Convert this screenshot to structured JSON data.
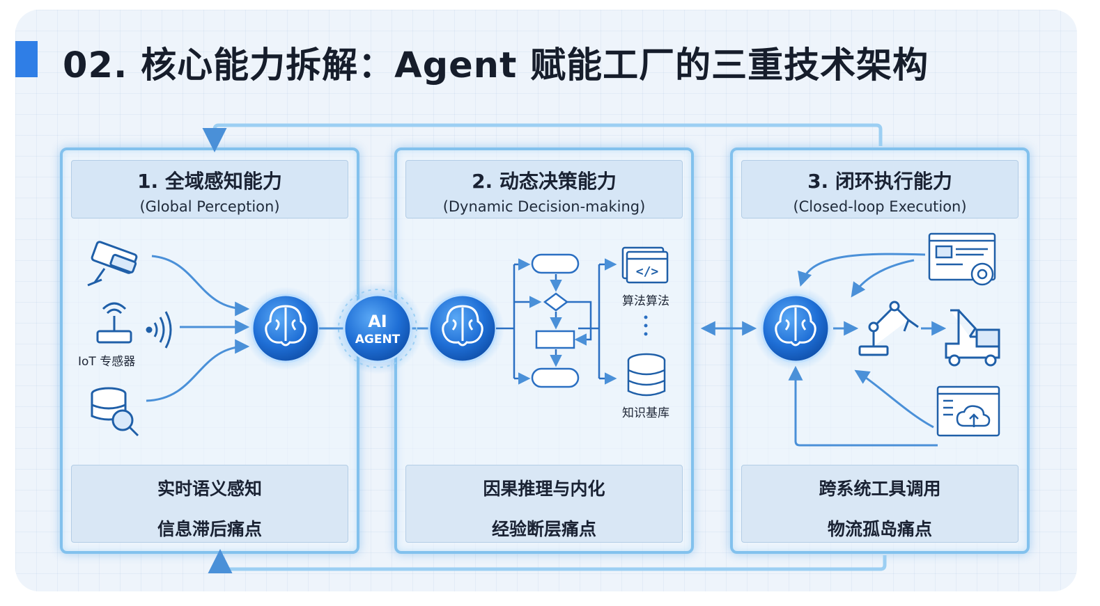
{
  "title": "02. 核心能力拆解：Agent 赋能工厂的三重技术架构",
  "colors": {
    "accent": "#2f7ee6",
    "brain": "#1f6fd6",
    "panel_border": "#82c1ed",
    "arrow": "#4a90d8"
  },
  "panels": [
    {
      "title": "1. 全域感知能力",
      "subtitle": "(Global Perception)",
      "footer_line1": "实时语义感知",
      "footer_line2": "信息滞后痛点"
    },
    {
      "title": "2. 动态决策能力",
      "subtitle": "(Dynamic Decision-making)",
      "footer_line1": "因果推理与内化",
      "footer_line2": "经验断层痛点"
    },
    {
      "title": "3. 闭环执行能力",
      "subtitle": "(Closed-loop Execution)",
      "footer_line1": "跨系统工具调用",
      "footer_line2": "物流孤岛痛点"
    }
  ],
  "labels": {
    "iot": "IoT 专感器",
    "algo": "算法算法",
    "kb": "知识基库",
    "ai": "AI",
    "agent": "AGENT",
    "code_icon_text": "</>"
  },
  "icons": [
    "camera-icon",
    "router-icon",
    "signal-icon",
    "database-search-icon",
    "brain-icon",
    "flowchart-icon",
    "code-window-icon",
    "database-icon",
    "dashboard-gear-icon",
    "robot-arm-icon",
    "forklift-truck-icon",
    "cloud-upload-icon"
  ]
}
